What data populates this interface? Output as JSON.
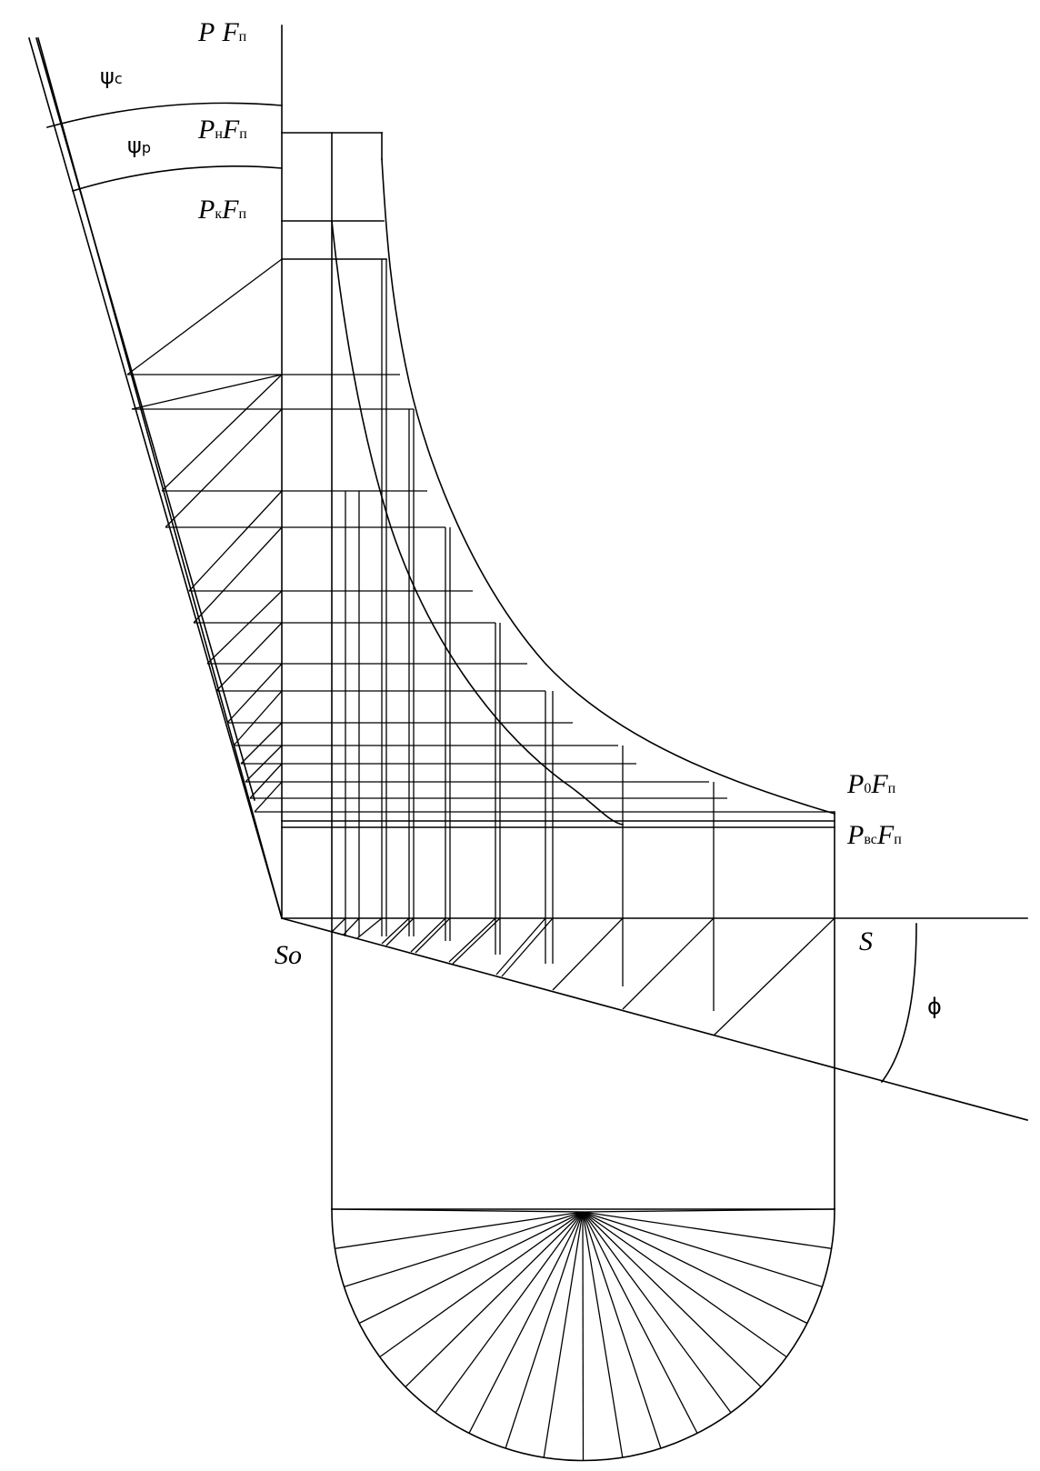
{
  "labels": {
    "pf": {
      "main1": "P",
      "main2": "F",
      "sub": "п"
    },
    "pnf": {
      "main1": "P",
      "sub1": "н",
      "main2": "F",
      "sub": "п"
    },
    "pkf": {
      "main1": "P",
      "sub1": "к",
      "main2": "F",
      "sub": "п"
    },
    "p0f": {
      "main1": "P",
      "sub1": "0",
      "main2": "F",
      "sub": "п"
    },
    "pvcf": {
      "main1": "P",
      "sub1": "вс",
      "main2": "F",
      "sub": "п"
    },
    "so": "So",
    "s": "S",
    "psi_c": {
      "main": "ψ",
      "sub": "c"
    },
    "psi_p": {
      "main": "ψ",
      "sub": "p"
    },
    "phi": "ϕ"
  }
}
